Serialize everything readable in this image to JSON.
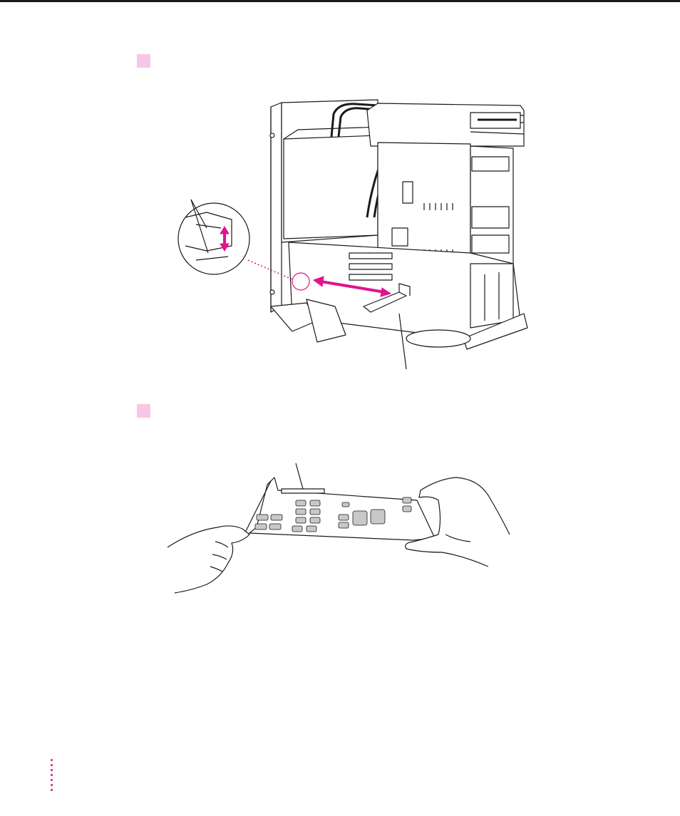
{
  "document": {
    "steps": [
      {
        "marker": "step-1"
      },
      {
        "marker": "step-2"
      }
    ],
    "figures": [
      {
        "id": "expansion-card-removal-illustration",
        "callouts": 2
      },
      {
        "id": "card-handling-illustration",
        "callouts": 1
      }
    ]
  },
  "colors": {
    "accent": "#e0148c",
    "marker_fill": "#f8c6e6",
    "line": "#1a1a1a",
    "card_chip": "#c8c8c8"
  }
}
